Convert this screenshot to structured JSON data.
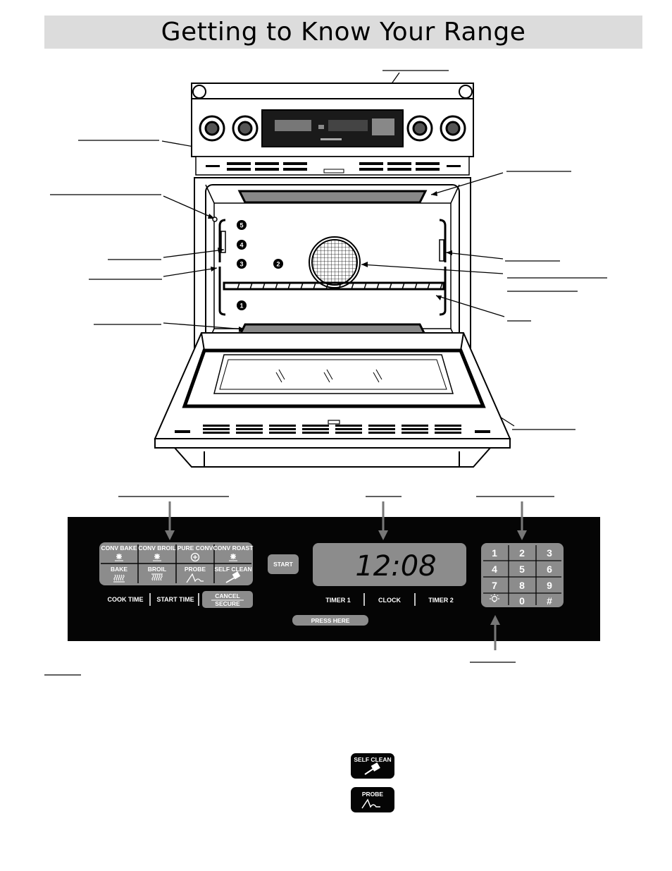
{
  "page": {
    "title": "Getting to Know Your Range"
  },
  "rack_positions": [
    "1",
    "2",
    "3",
    "4",
    "5"
  ],
  "control_panel": {
    "mode_buttons_top": [
      {
        "label": "CONV BAKE",
        "icon": "fan-icon"
      },
      {
        "label": "CONV BROIL",
        "icon": "fan-icon"
      },
      {
        "label": "PURE CONV",
        "icon": "fan-circle-icon"
      },
      {
        "label": "CONV ROAST",
        "icon": "fan-icon"
      }
    ],
    "mode_buttons_bottom": [
      {
        "label": "BAKE",
        "icon": "bake-element-icon"
      },
      {
        "label": "BROIL",
        "icon": "broil-element-icon"
      },
      {
        "label": "PROBE",
        "icon": "probe-icon"
      },
      {
        "label": "SELF CLEAN",
        "icon": "brush-icon"
      }
    ],
    "start_label": "START",
    "cook_time_label": "COOK TIME",
    "start_time_label": "START TIME",
    "cancel_label_1": "CANCEL",
    "cancel_label_2": "SECURE",
    "display_time": "12:08",
    "timer1_label": "TIMER 1",
    "clock_label": "CLOCK",
    "timer2_label": "TIMER 2",
    "press_here_label": "PRESS HERE",
    "keypad": [
      "1",
      "2",
      "3",
      "4",
      "5",
      "6",
      "7",
      "8",
      "9",
      "light",
      "0",
      "#"
    ]
  },
  "legend_buttons": {
    "self_clean": "SELF CLEAN",
    "probe": "PROBE"
  },
  "colors": {
    "panel": "#050505",
    "button": "#8c8c8c",
    "title_bg": "#dcdcdc"
  }
}
